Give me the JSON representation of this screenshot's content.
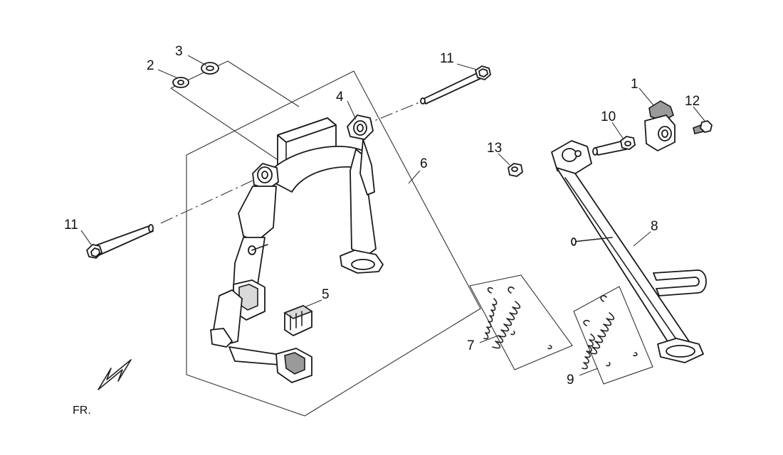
{
  "labels": {
    "p1": "1",
    "p2": "2",
    "p3": "3",
    "p4": "4",
    "p5": "5",
    "p6": "6",
    "p7": "7",
    "p8": "8",
    "p9": "9",
    "p10": "10",
    "p11a": "11",
    "p11b": "11",
    "p12": "12",
    "p13": "13"
  },
  "direction": {
    "text": "FR."
  },
  "colors": {
    "line": "#222222",
    "fill": "#ffffff",
    "shade": "#d9d9d9"
  }
}
